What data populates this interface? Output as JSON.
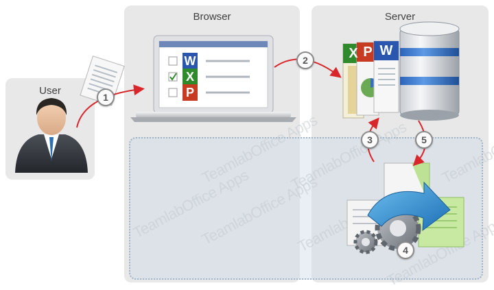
{
  "panels": {
    "user": "User",
    "browser": "Browser",
    "server": "Server"
  },
  "steps": [
    "1",
    "2",
    "3",
    "4",
    "5"
  ],
  "doc_letters": {
    "word": "W",
    "excel": "X",
    "powerpoint": "P"
  },
  "watermark_text": "TeamlabOffice Apps",
  "colors": {
    "panel": "#e8e8e8",
    "arrow": "#d9262b",
    "word": "#2a56b0",
    "excel": "#2f8a2c",
    "powerpoint": "#c73b22",
    "conversion_arrow": "#2f8fcf"
  }
}
